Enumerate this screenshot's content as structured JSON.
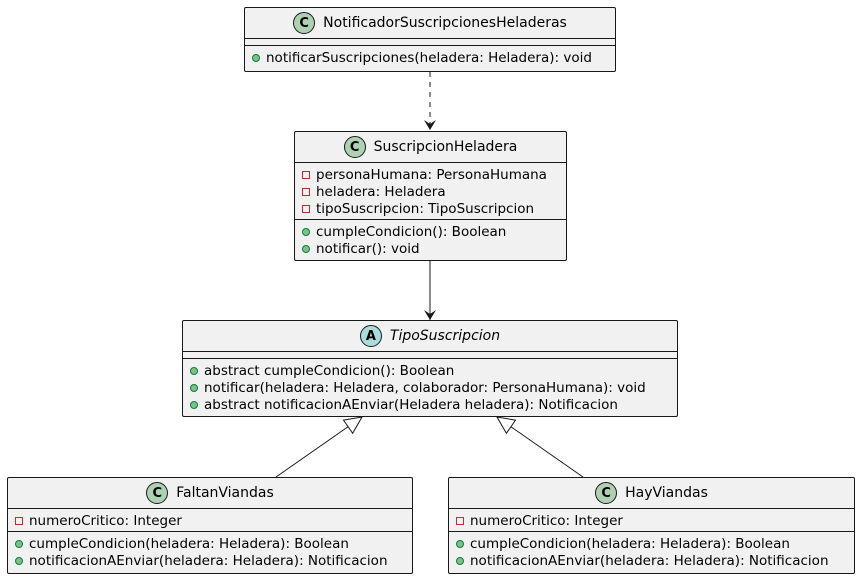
{
  "classes": {
    "notificador": {
      "stereotype": "C",
      "name": "NotificadorSuscripcionesHeladeras",
      "fields": [],
      "methods": [
        {
          "vis": "public",
          "text": "notificarSuscripciones(heladera: Heladera): void"
        }
      ]
    },
    "suscripcion": {
      "stereotype": "C",
      "name": "SuscripcionHeladera",
      "fields": [
        {
          "vis": "private",
          "text": "personaHumana: PersonaHumana"
        },
        {
          "vis": "private",
          "text": "heladera: Heladera"
        },
        {
          "vis": "private",
          "text": "tipoSuscripcion: TipoSuscripcion"
        }
      ],
      "methods": [
        {
          "vis": "public",
          "text": "cumpleCondicion(): Boolean"
        },
        {
          "vis": "public",
          "text": "notificar(): void"
        }
      ]
    },
    "tipo": {
      "stereotype": "A",
      "name": "TipoSuscripcion",
      "fields": [],
      "methods": [
        {
          "vis": "public",
          "text": "abstract cumpleCondicion(): Boolean"
        },
        {
          "vis": "public",
          "text": "notificar(heladera: Heladera, colaborador: PersonaHumana): void"
        },
        {
          "vis": "public",
          "text": "abstract notificacionAEnviar(Heladera heladera): Notificacion"
        }
      ]
    },
    "faltan": {
      "stereotype": "C",
      "name": "FaltanViandas",
      "fields": [
        {
          "vis": "private",
          "text": "numeroCritico: Integer"
        }
      ],
      "methods": [
        {
          "vis": "public",
          "text": "cumpleCondicion(heladera: Heladera): Boolean"
        },
        {
          "vis": "public",
          "text": "notificacionAEnviar(heladera: Heladera): Notificacion"
        }
      ]
    },
    "hay": {
      "stereotype": "C",
      "name": "HayViandas",
      "fields": [
        {
          "vis": "private",
          "text": "numeroCritico: Integer"
        }
      ],
      "methods": [
        {
          "vis": "public",
          "text": "cumpleCondicion(heladera: Heladera): Boolean"
        },
        {
          "vis": "public",
          "text": "notificacionAEnviar(heladera: Heladera): Notificacion"
        }
      ]
    }
  },
  "relations": [
    {
      "from": "notificador",
      "to": "suscripcion",
      "kind": "dependency"
    },
    {
      "from": "suscripcion",
      "to": "tipo",
      "kind": "association"
    },
    {
      "from": "faltan",
      "to": "tipo",
      "kind": "inheritance"
    },
    {
      "from": "hay",
      "to": "tipo",
      "kind": "inheritance"
    }
  ]
}
